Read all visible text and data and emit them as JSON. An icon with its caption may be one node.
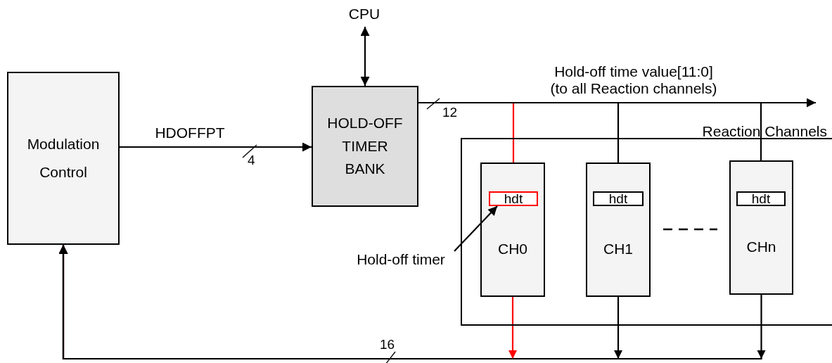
{
  "diagram": {
    "nodes": [
      {
        "text": [
          "CPU"
        ]
      },
      {
        "text": [
          "Modulation Control"
        ]
      },
      {
        "text": [
          "HOLD-OFF TIMER BANK"
        ]
      },
      {
        "text": [
          "Reaction Channels"
        ]
      },
      {
        "text": [
          "CH0"
        ],
        "in": 3
      },
      {
        "text": [
          "hdt"
        ],
        "in": 4
      },
      {
        "text": [
          "CH1"
        ],
        "in": 3
      },
      {
        "text": [
          "hdt"
        ],
        "in": 6
      },
      {
        "text": [
          "CHn"
        ],
        "in": 3
      },
      {
        "text": [
          "hdt"
        ],
        "in": 8
      },
      {
        "text": [
          "Hold-off timer"
        ]
      }
    ],
    "edges": [
      {
        "from": 0,
        "to": 2,
        "arrow": "both"
      },
      {
        "from": 1,
        "to": 2,
        "arrow": "to",
        "label": "HDOFFPT"
      },
      {
        "from": 2,
        "to": null,
        "arrow": "to",
        "label": "Hold-off time value[11:0] (to all Reaction channels)"
      },
      {
        "from": 2,
        "to": 5,
        "arrow": "to",
        "color": "#ff0000"
      },
      {
        "from": 2,
        "to": 7,
        "arrow": "to"
      },
      {
        "from": 2,
        "to": 9,
        "arrow": "to"
      },
      {
        "from": 10,
        "to": 5,
        "arrow": "to"
      },
      {
        "from": 4,
        "to": 1,
        "arrow": "to",
        "color": "#ff0000"
      },
      {
        "from": 6,
        "to": 1,
        "arrow": "to"
      },
      {
        "from": 8,
        "to": 1,
        "arrow": "to"
      }
    ],
    "labels": [
      "12",
      "4",
      "16"
    ]
  }
}
